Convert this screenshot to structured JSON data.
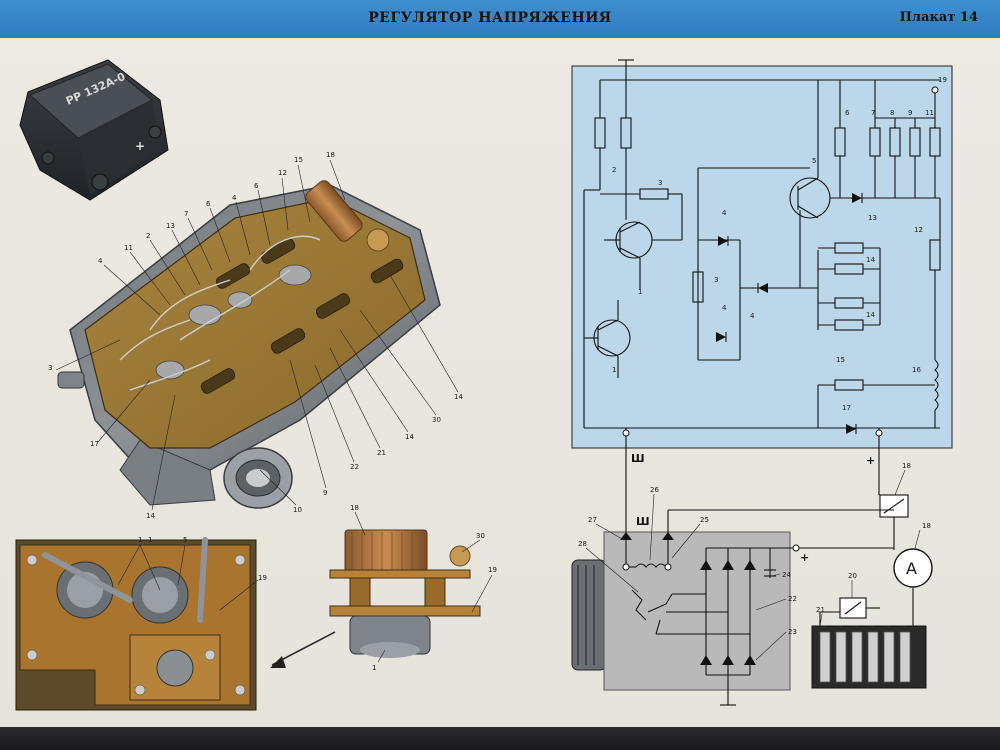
{
  "header": {
    "title": "РЕГУЛЯТОР НАПРЯЖЕНИЯ",
    "plate": "Плакат 14"
  },
  "photo": {
    "case_marking": "РР 132А-0"
  },
  "regulator_callouts": [
    "18",
    "15",
    "12",
    "6",
    "4",
    "6",
    "7",
    "13",
    "2",
    "11",
    "4",
    "3",
    "17",
    "14",
    "10",
    "9",
    "22",
    "21",
    "14",
    "30",
    "14"
  ],
  "detail_callouts": [
    "1",
    "5",
    "19",
    "1"
  ],
  "assembly_callouts": [
    "18",
    "30",
    "19",
    "1"
  ],
  "schematic": {
    "terminal_sh": "Ш",
    "terminal_plus": "+",
    "callouts": [
      "19",
      "2",
      "6",
      "7",
      "8",
      "9",
      "11",
      "3",
      "5",
      "4",
      "13",
      "12",
      "3",
      "4",
      "14",
      "14",
      "4",
      "1",
      "16",
      "15",
      "17",
      "1"
    ]
  },
  "generator": {
    "terminal_sh": "Ш",
    "terminal_plus": "+",
    "callouts": [
      "18",
      "26",
      "27",
      "25",
      "28",
      "24",
      "22",
      "23",
      "18",
      "20",
      "21"
    ],
    "ammeter": "A"
  }
}
